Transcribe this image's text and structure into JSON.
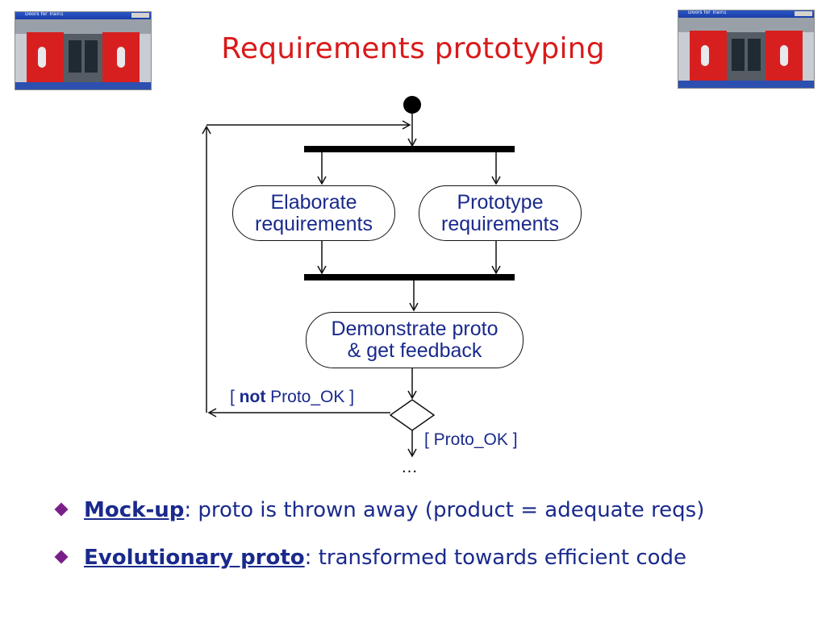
{
  "title": "Requirements prototyping",
  "thumbnail": {
    "window_title": "Doors for Train1",
    "description_icon": "train-doors-window-icon"
  },
  "diagram": {
    "nodes": {
      "elaborate": {
        "line1": "Elaborate",
        "line2": "requirements"
      },
      "prototype": {
        "line1": "Prototype",
        "line2": "requirements"
      },
      "demonstrate": {
        "line1": "Demonstrate proto",
        "line2": "& get feedback"
      }
    },
    "guard_not": {
      "open": "[ ",
      "keyword": "not",
      "rest": " Proto_OK ]"
    },
    "guard_ok": "[ Proto_OK ]",
    "continuation": "…"
  },
  "bullets": [
    {
      "term": "Mock-up",
      "text": ": proto is thrown away (product = adequate reqs)"
    },
    {
      "term": "Evolutionary proto",
      "text": ": transformed towards efficient code"
    }
  ],
  "colors": {
    "title": "#d91a1a",
    "text": "#1a2a8c",
    "bullet_marker": "#7a1f8a"
  }
}
